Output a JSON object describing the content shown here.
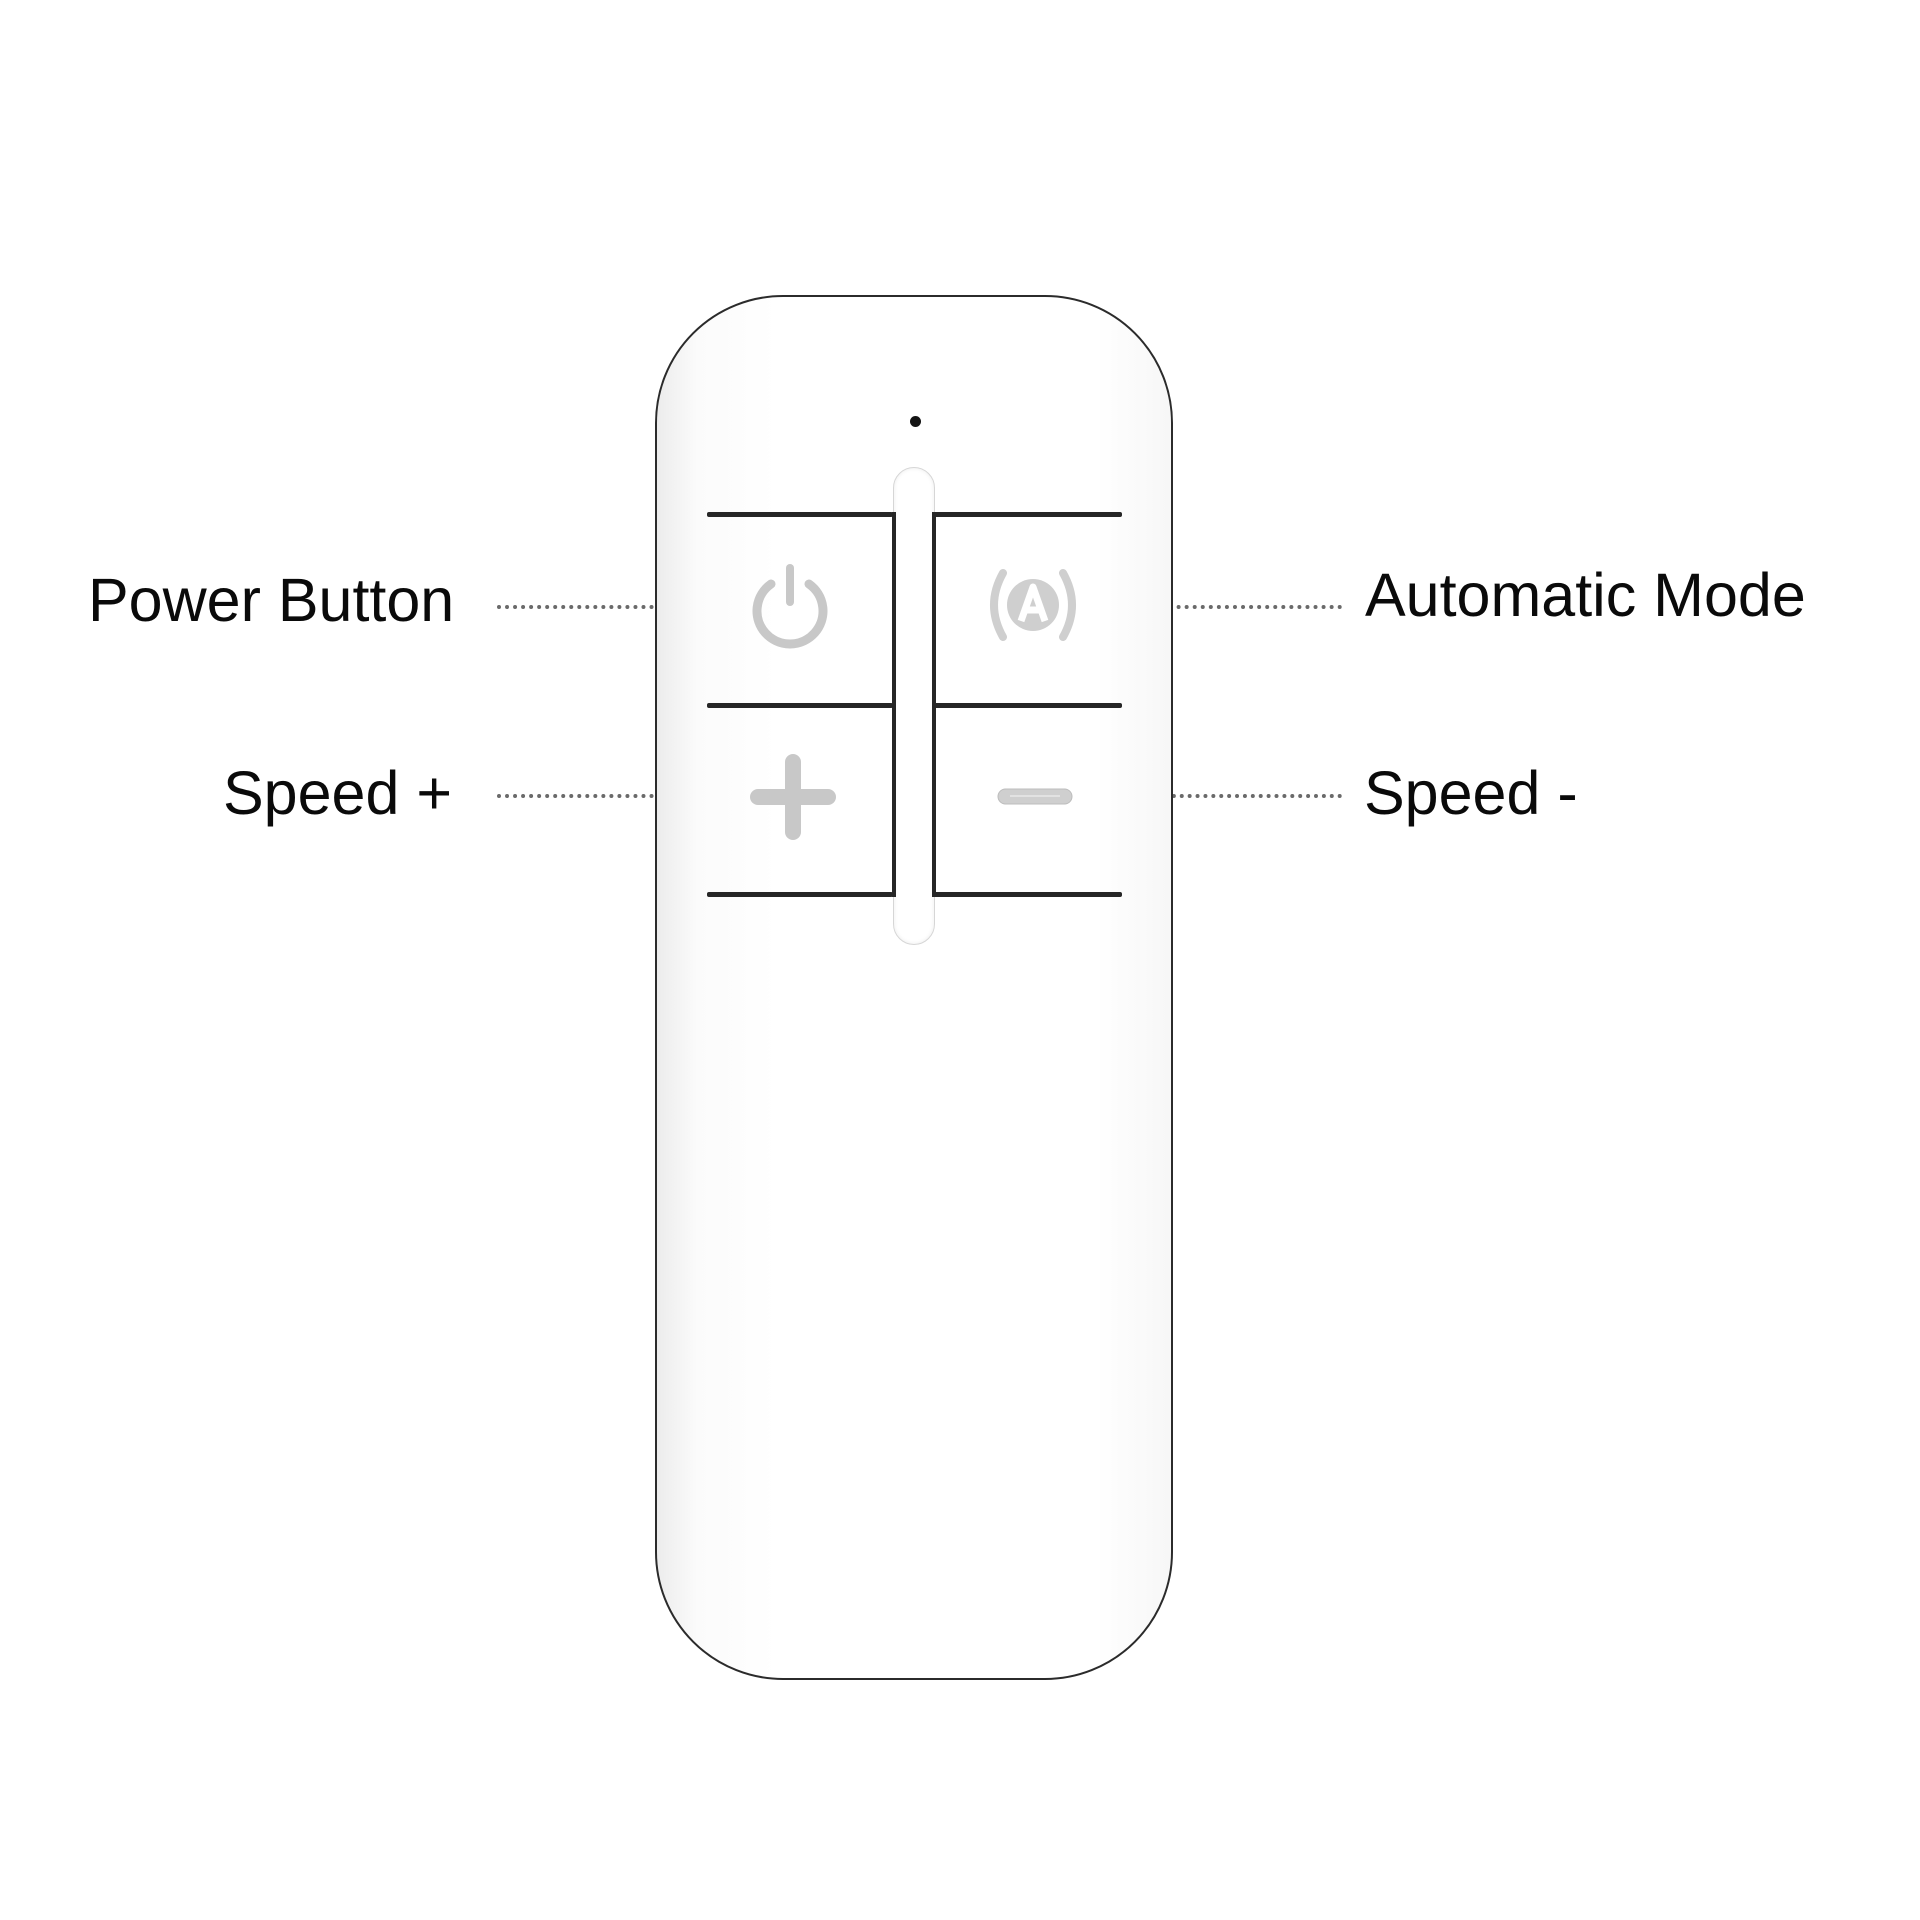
{
  "diagram": {
    "title": "",
    "subject": "remote-control",
    "callouts": [
      {
        "id": "power",
        "label": "Power Button",
        "side": "left",
        "icon": "power-icon"
      },
      {
        "id": "auto",
        "label": "Automatic Mode",
        "side": "right",
        "icon": "auto-mode-icon"
      },
      {
        "id": "speed_up",
        "label": "Speed +",
        "side": "left",
        "icon": "plus-icon"
      },
      {
        "id": "speed_down",
        "label": "Speed -",
        "side": "right",
        "icon": "minus-icon"
      }
    ]
  },
  "colors": {
    "icon_gray": "#c8c8c8",
    "outline": "#2b2b2b",
    "groove": "#262626",
    "text": "#0a0a0a",
    "background": "#ffffff"
  }
}
